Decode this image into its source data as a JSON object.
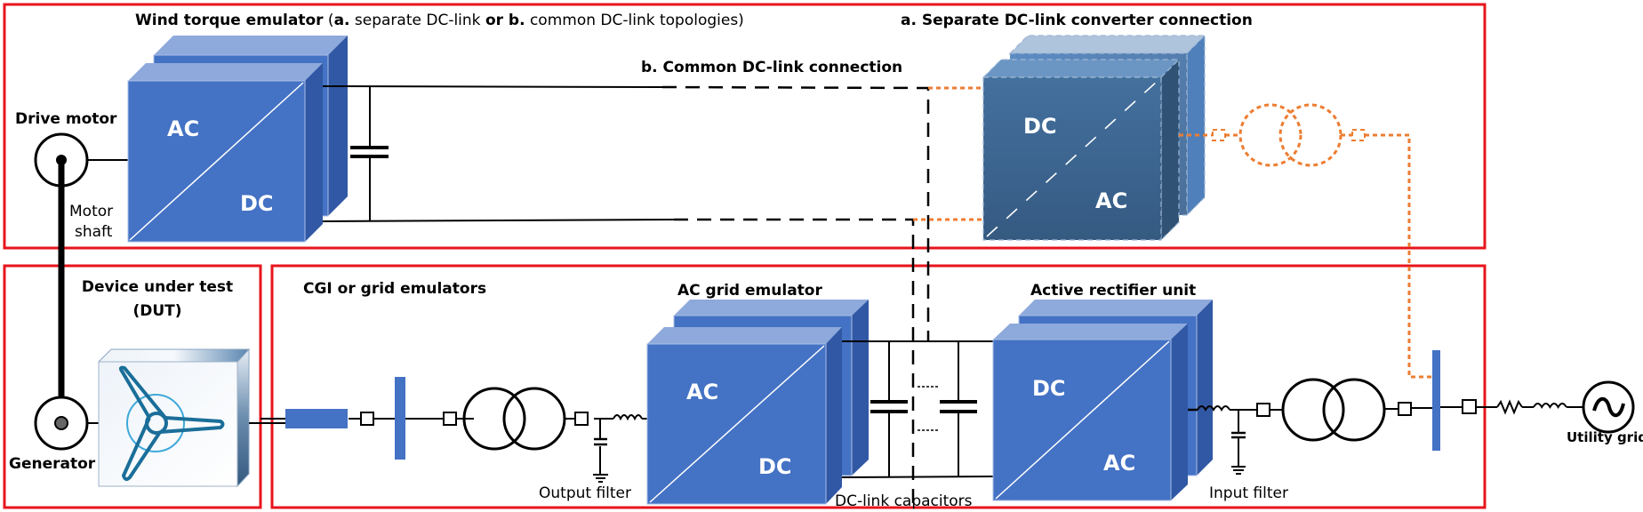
{
  "colors": {
    "frame": "#e8141b",
    "converter_front": "#4472c4",
    "converter_top": "#8ea9db",
    "converter_side": "#3158a4",
    "separate_converter": "#3d6590",
    "separate_converter_top": "#6b96c4",
    "optional_link": "#ed7d31",
    "bus_bar": "#4472c4",
    "turbine_icon": "#1a6e99",
    "wire": "#000000"
  },
  "frames": {
    "wind_torque_emulator": {
      "title_bold_1": "Wind torque emulator",
      "title_plain_1": " (",
      "title_bold_2": "a.",
      "title_plain_2": " separate DC-link ",
      "title_bold_3": "or b.",
      "title_plain_3": " common DC-link topologies)"
    },
    "dut": {
      "title_line1": "Device under test",
      "title_line2": "(DUT)"
    },
    "cgi": {
      "title": "CGI or grid emulators"
    }
  },
  "labels": {
    "separate_dc_link": "a. Separate DC-link converter connection",
    "common_dc_link": "b. Common DC-link connection",
    "drive_motor": "Drive motor",
    "motor_shaft_line1": "Motor",
    "motor_shaft_line2": "shaft",
    "generator": "Generator",
    "ac_grid_emulator": "AC grid emulator",
    "active_rectifier_unit": "Active rectifier unit",
    "output_filter": "Output filter",
    "dc_link_capacitors": "DC-link capacitors",
    "input_filter": "Input filter",
    "utility_grid": "Utility grid"
  },
  "converters": {
    "wind_torque": {
      "top_label": "AC",
      "bottom_label": "DC"
    },
    "separate": {
      "top_label": "DC",
      "bottom_label": "AC"
    },
    "ac_grid": {
      "top_label": "AC",
      "bottom_label": "DC"
    },
    "rectifier": {
      "top_label": "DC",
      "bottom_label": "AC"
    }
  },
  "icons": {
    "drive_motor": "motor-symbol-icon",
    "generator": "generator-symbol-icon",
    "dut": "wind-turbine-icon",
    "utility_grid": "ac-source-icon"
  }
}
